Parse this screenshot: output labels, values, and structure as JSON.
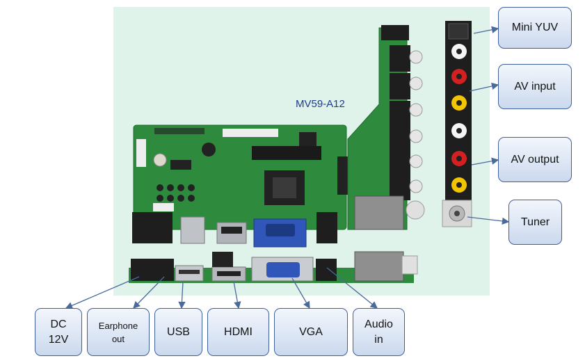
{
  "board_model": "MV59-A12",
  "callouts": {
    "mini_yuv": "Mini YUV",
    "av_input": "AV input",
    "av_output": "AV output",
    "tuner": "Tuner",
    "dc": "DC\n12V",
    "earphone": "Earphone\nout",
    "usb": "USB",
    "hdmi": "HDMI",
    "vga": "VGA",
    "audio": "Audio\nin"
  },
  "colors": {
    "panel_bg": "#dff3ea",
    "pcb_green": "#2e8b3e",
    "callout_border": "#3f5f9a",
    "arrow": "#4a6a9a",
    "vga_blue": "#2f56b8"
  }
}
